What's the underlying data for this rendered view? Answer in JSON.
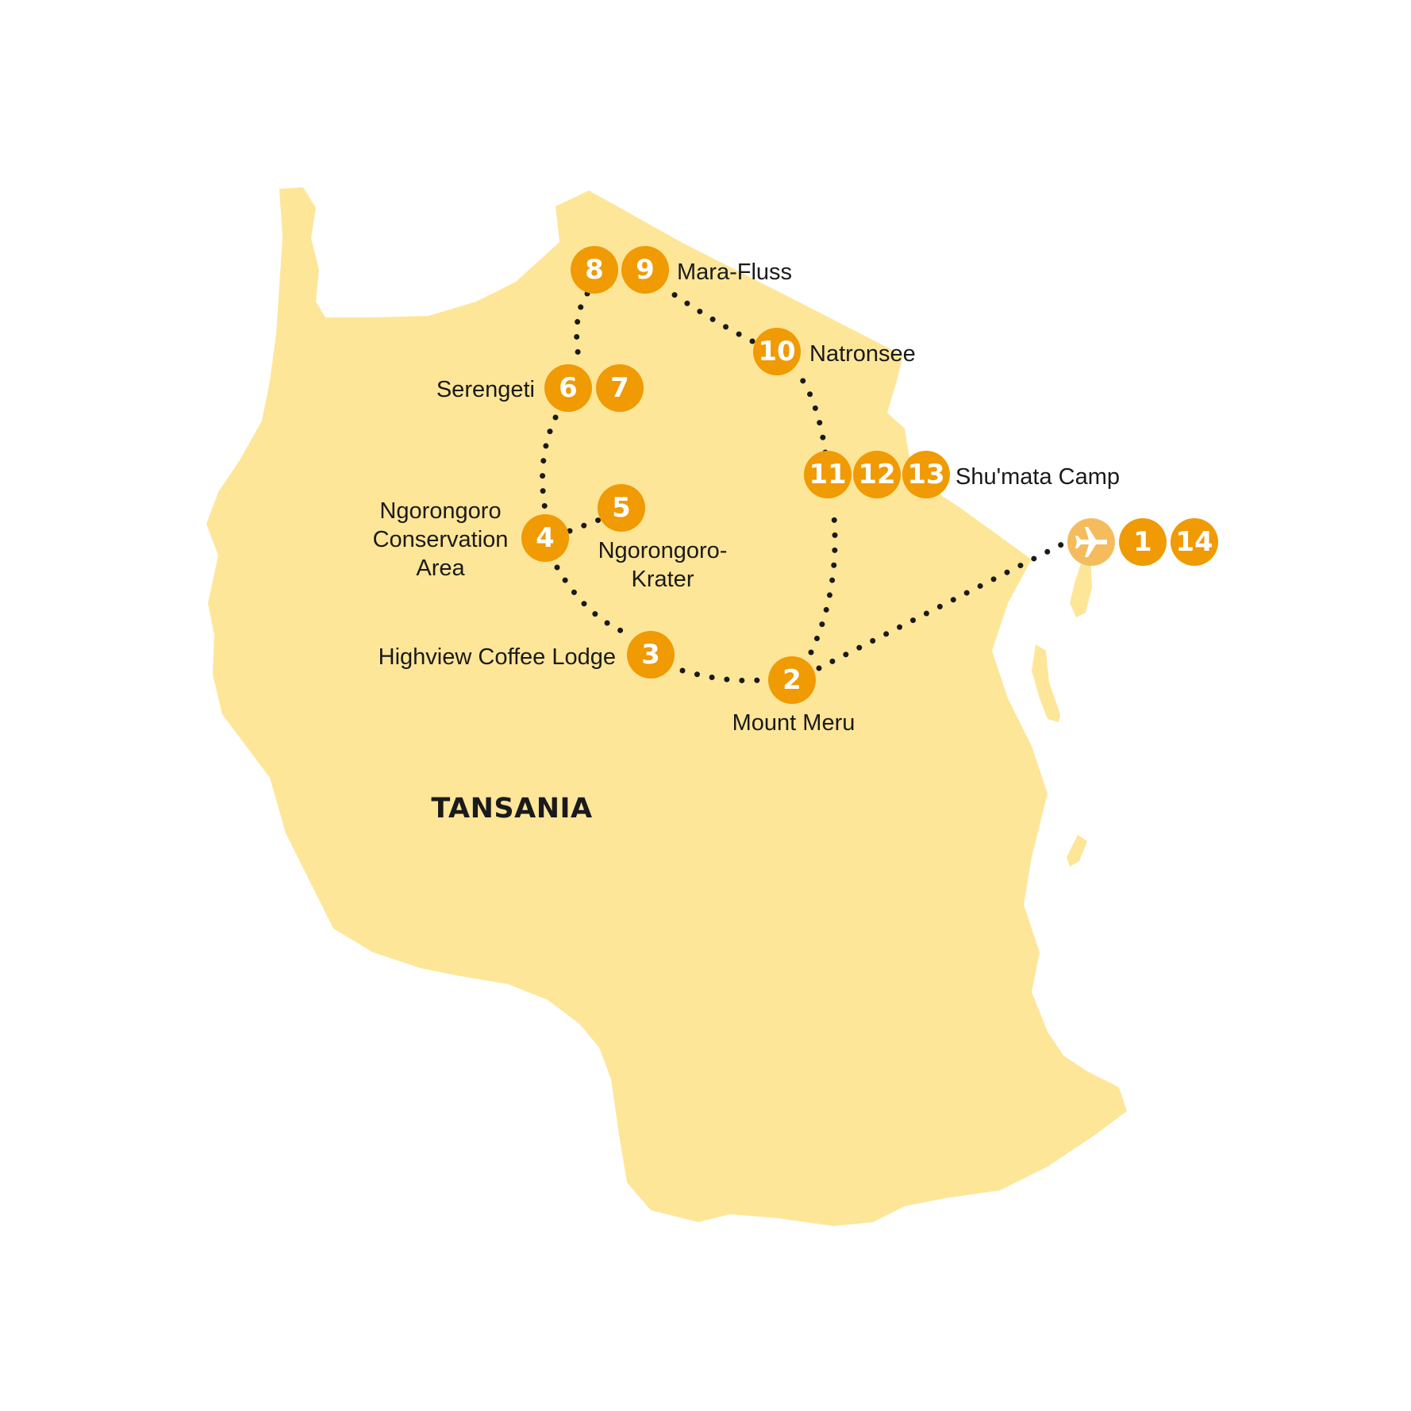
{
  "map": {
    "country_label": "TANSANIA",
    "colors": {
      "land": "#fee699",
      "pin": "#f09a04",
      "airport_pin": "#f5bc5e",
      "route": "#1a1a1a"
    },
    "stops": {
      "airport_icon": "airplane-icon",
      "day_1": "1",
      "day_2": "2",
      "day_3": "3",
      "day_4": "4",
      "day_5": "5",
      "day_6": "6",
      "day_7": "7",
      "day_8": "8",
      "day_9": "9",
      "day_10": "10",
      "day_11": "11",
      "day_12": "12",
      "day_13": "13",
      "day_14": "14"
    },
    "places": {
      "mara": "Mara-Fluss",
      "natron": "Natronsee",
      "serengeti": "Serengeti",
      "shumata": "Shu'mata Camp",
      "ngorongoro_area_line1": "Ngorongoro",
      "ngorongoro_area_line2": "Conservation",
      "ngorongoro_area_line3": "Area",
      "crater_line1": "Ngorongoro-",
      "crater_line2": "Krater",
      "highview": "Highview Coffee Lodge",
      "meru": "Mount Meru"
    }
  }
}
